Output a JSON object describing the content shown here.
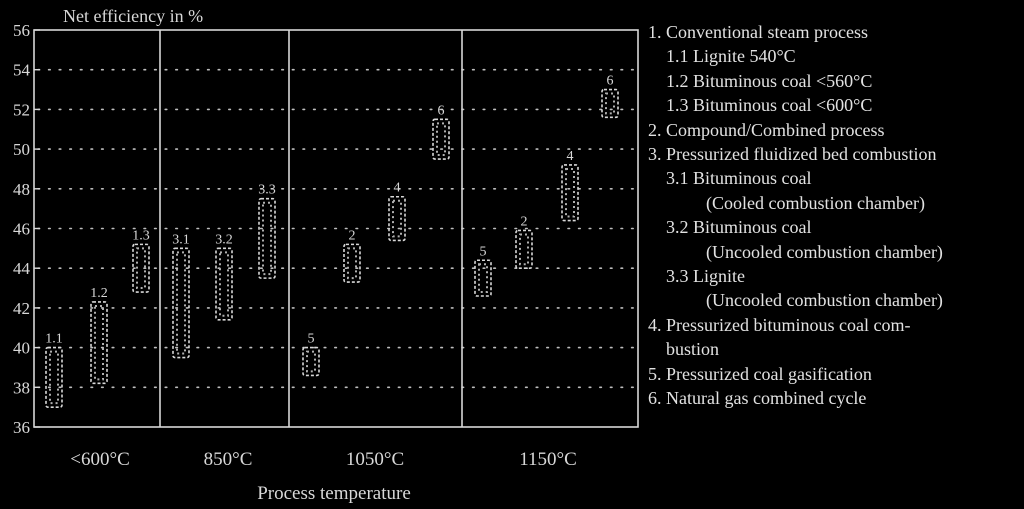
{
  "chart_data": {
    "type": "range-bar",
    "ylabel": "Net efficiency in %",
    "xlabel": "Process temperature",
    "ylim": [
      36,
      56
    ],
    "yticks": [
      36,
      38,
      40,
      42,
      44,
      46,
      48,
      50,
      52,
      54,
      56
    ],
    "grid": "dotted horizontal",
    "groups": [
      "<600°C",
      "850°C",
      "1050°C",
      "1150°C"
    ],
    "bars": [
      {
        "label": "1.1",
        "group": 0,
        "slot": 0,
        "low": 37.0,
        "high": 40.0
      },
      {
        "label": "1.2",
        "group": 0,
        "slot": 1,
        "low": 38.2,
        "high": 42.3
      },
      {
        "label": "1.3",
        "group": 0,
        "slot": 2,
        "low": 42.8,
        "high": 45.2
      },
      {
        "label": "3.1",
        "group": 1,
        "slot": 0,
        "low": 39.5,
        "high": 45.0
      },
      {
        "label": "3.2",
        "group": 1,
        "slot": 1,
        "low": 41.4,
        "high": 45.0
      },
      {
        "label": "3.3",
        "group": 1,
        "slot": 2,
        "low": 43.5,
        "high": 47.5
      },
      {
        "label": "5",
        "group": 2,
        "slot": 0,
        "low": 38.6,
        "high": 40.0
      },
      {
        "label": "2",
        "group": 2,
        "slot": 1,
        "low": 43.3,
        "high": 45.2
      },
      {
        "label": "4",
        "group": 2,
        "slot": 2,
        "low": 45.4,
        "high": 47.6
      },
      {
        "label": "6",
        "group": 2,
        "slot": 3,
        "low": 49.5,
        "high": 51.5
      },
      {
        "label": "5",
        "group": 3,
        "slot": 0,
        "low": 42.6,
        "high": 44.4
      },
      {
        "label": "2",
        "group": 3,
        "slot": 1,
        "low": 44.0,
        "high": 45.9
      },
      {
        "label": "4",
        "group": 3,
        "slot": 2,
        "low": 46.4,
        "high": 49.2
      },
      {
        "label": "6",
        "group": 3,
        "slot": 3,
        "low": 51.6,
        "high": 53.0
      }
    ]
  },
  "legend": [
    {
      "level": 1,
      "text": "1. Conventional steam process"
    },
    {
      "level": 2,
      "text": "1.1 Lignite 540°C"
    },
    {
      "level": 2,
      "text": "1.2 Bituminous coal <560°C"
    },
    {
      "level": 2,
      "text": "1.3 Bituminous coal <600°C"
    },
    {
      "level": 1,
      "text": "2. Compound/Combined process"
    },
    {
      "level": 1,
      "text": "3. Pressurized fluidized bed combustion"
    },
    {
      "level": 2,
      "text": "3.1 Bituminous coal"
    },
    {
      "level": 3,
      "text": "(Cooled combustion chamber)"
    },
    {
      "level": 2,
      "text": "3.2 Bituminous coal"
    },
    {
      "level": 3,
      "text": "(Uncooled combustion chamber)"
    },
    {
      "level": 2,
      "text": "3.3 Lignite"
    },
    {
      "level": 3,
      "text": "(Uncooled combustion chamber)"
    },
    {
      "level": 1,
      "text": "4. Pressurized bituminous coal com-"
    },
    {
      "level": 2,
      "text": "bustion"
    },
    {
      "level": 1,
      "text": "5. Pressurized coal gasification"
    },
    {
      "level": 1,
      "text": "6. Natural gas combined cycle"
    }
  ]
}
